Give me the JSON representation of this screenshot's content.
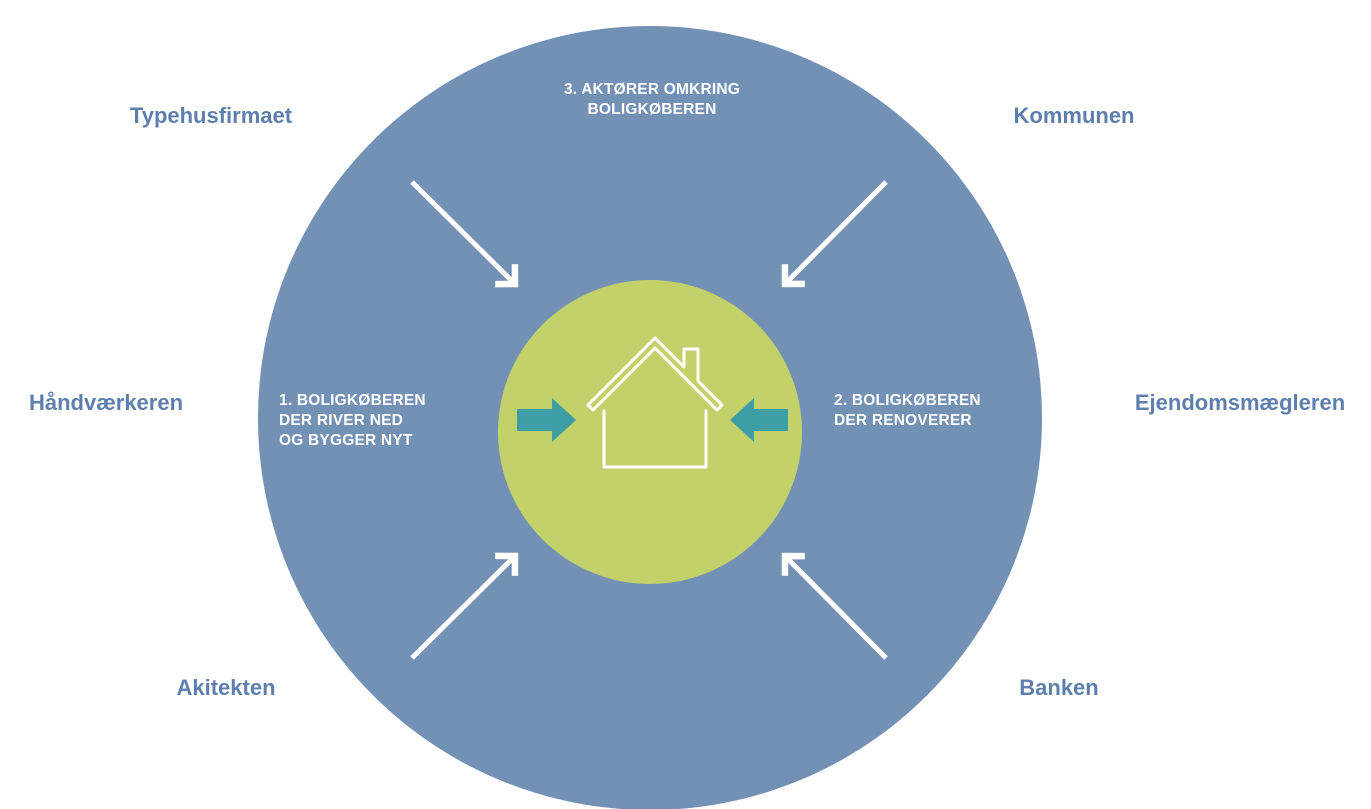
{
  "colors": {
    "outer_circle": "#7390b5",
    "inner_circle": "#c3d16a",
    "actor_text": "#5e7fad",
    "arrow_white": "#ffffff",
    "arrow_teal": "#3d9ea6",
    "house_icon": "#ffffff"
  },
  "center": {
    "title_line1": "3. AKTØRER OMKRING",
    "title_line2": "BOLIGKØBEREN",
    "left_line1": "1. BOLIGKØBEREN",
    "left_line2": "DER RIVER NED",
    "left_line3": "OG BYGGER NYT",
    "right_line1": "2. BOLIGKØBEREN",
    "right_line2": "DER RENOVERER",
    "icon": "house-icon"
  },
  "actors": {
    "top_left": "Typehusfirmaet",
    "top_right": "Kommunen",
    "mid_left": "Håndværkeren",
    "mid_right": "Ejendomsmægleren",
    "bottom_left": "Akitekten",
    "bottom_right": "Banken"
  }
}
